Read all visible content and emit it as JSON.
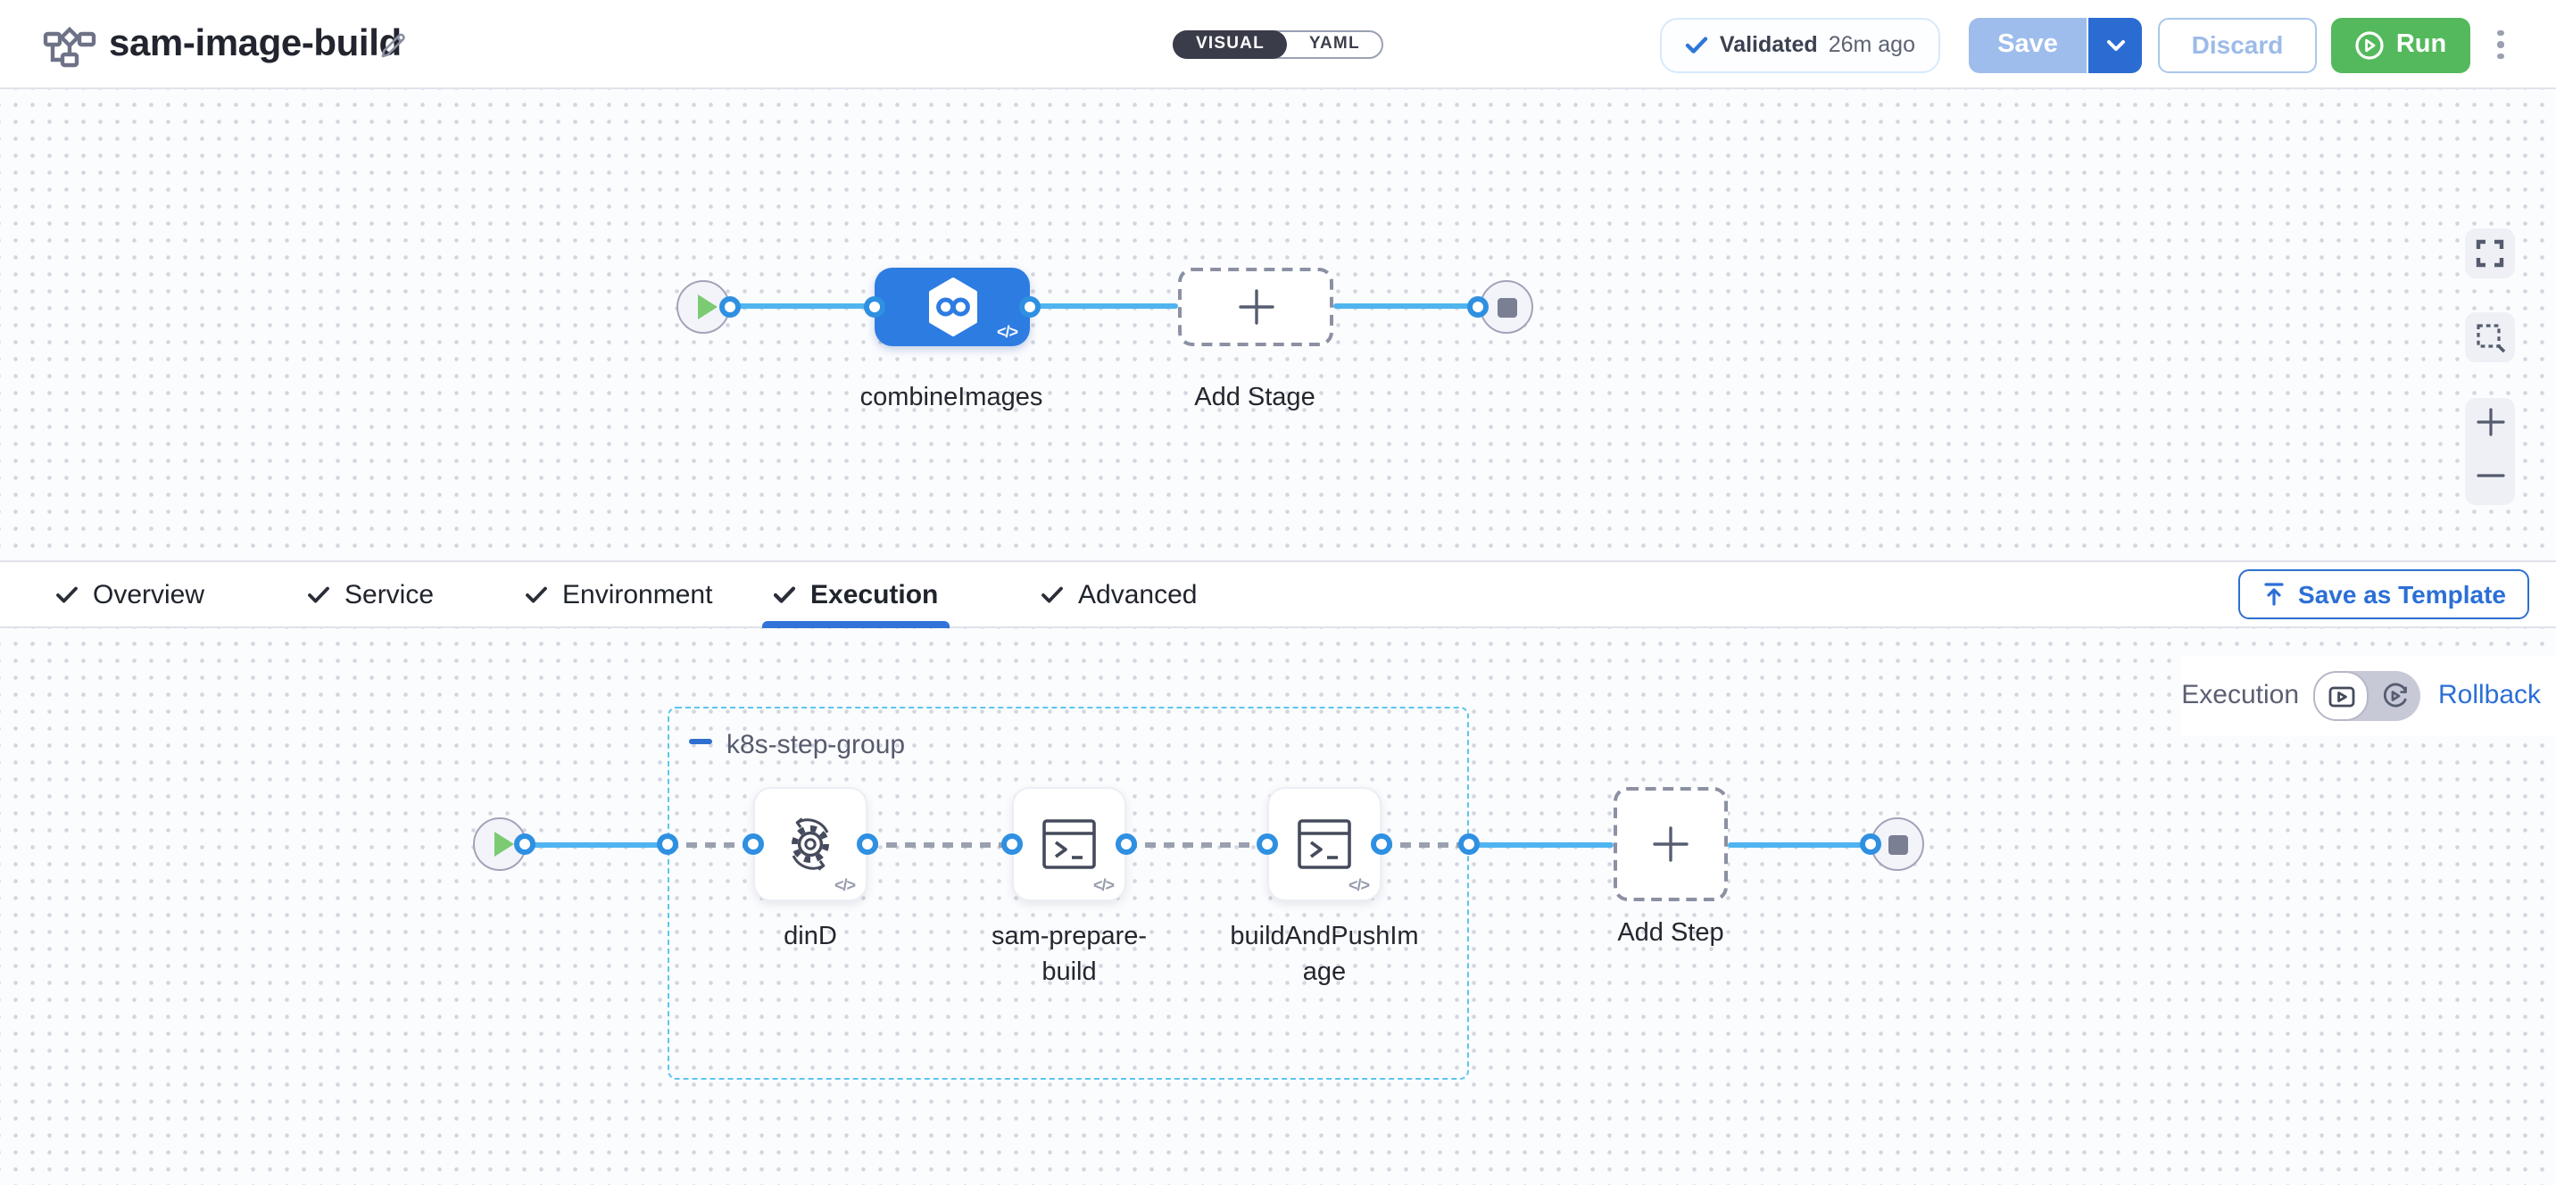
{
  "header": {
    "title": "sam-image-build",
    "view_toggle": {
      "visual_label": "VISUAL",
      "yaml_label": "YAML",
      "selected": "VISUAL"
    },
    "validation_badge": {
      "status": "Validated",
      "time_ago": "26m ago"
    },
    "save_button": "Save",
    "discard_button": "Discard",
    "run_button": "Run"
  },
  "stage_canvas": {
    "stage_label": "combineImages",
    "add_stage_label": "Add Stage"
  },
  "tab_bar": {
    "tabs": [
      {
        "label": "Overview",
        "checked": true,
        "active": false
      },
      {
        "label": "Service",
        "checked": true,
        "active": false
      },
      {
        "label": "Environment",
        "checked": true,
        "active": false
      },
      {
        "label": "Execution",
        "checked": true,
        "active": true
      },
      {
        "label": "Advanced",
        "checked": true,
        "active": false
      }
    ],
    "save_as_template_button": "Save as Template"
  },
  "execution_canvas": {
    "mode_toggle": {
      "left_label": "Execution",
      "right_label": "Rollback",
      "selected": "Execution"
    },
    "step_group": {
      "name": "k8s-step-group",
      "steps": [
        {
          "label": "dinD",
          "icon": "sync-gear-icon"
        },
        {
          "label": "sam-prepare-\nbuild",
          "icon": "terminal-icon"
        },
        {
          "label": "buildAndPushIm\nage",
          "icon": "terminal-icon"
        }
      ]
    },
    "add_step_label": "Add Step"
  },
  "icons": {
    "code_badge": "</>"
  },
  "colors": {
    "accent_blue": "#2e6fd6",
    "stage_blue": "#2d7ce2",
    "connector_blue": "#4fb4ef",
    "port_blue": "#2f90e2",
    "group_border_blue": "#5ec5ef",
    "run_green": "#54b95c",
    "canvas_bg": "#fbfcfe"
  }
}
